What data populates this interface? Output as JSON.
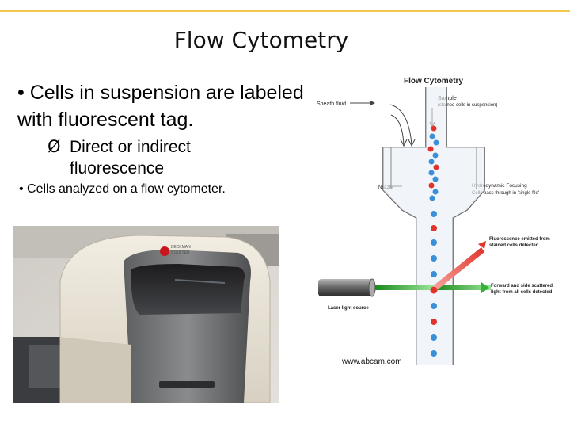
{
  "slide": {
    "title": "Flow Cytometry",
    "bullet_1": "• Cells in suspension are labeled with fluorescent tag.",
    "sub_bullet_arrow": "Ø",
    "sub_bullet_text": "Direct or indirect fluorescence",
    "bullet_2": "• Cells analyzed on a flow cytometer.",
    "accent_color": "#f2c94c"
  },
  "photo": {
    "badge_text_1": "BECKMAN",
    "badge_text_2": "COULTER"
  },
  "diagram": {
    "title": "Flow Cytometry",
    "sheath_fluid": "Sheath fluid",
    "sample": "Sample",
    "sample_sub": "(stained cells in suspension)",
    "nozzle": "Nozzle",
    "hydro_title": "Hydrodynamic Focusing",
    "hydro_sub": "Cells pass through in 'single file'",
    "fluor_1": "Fluorescence emitted from",
    "fluor_2": "stained cells detected",
    "scatter_1": "Forward and side scattered",
    "scatter_2": "light from all cells detected",
    "laser": "Laser light source",
    "credit": "www.abcam.com",
    "cell_colors": {
      "blue": "#3a8fd9",
      "red": "#e0332b"
    }
  }
}
